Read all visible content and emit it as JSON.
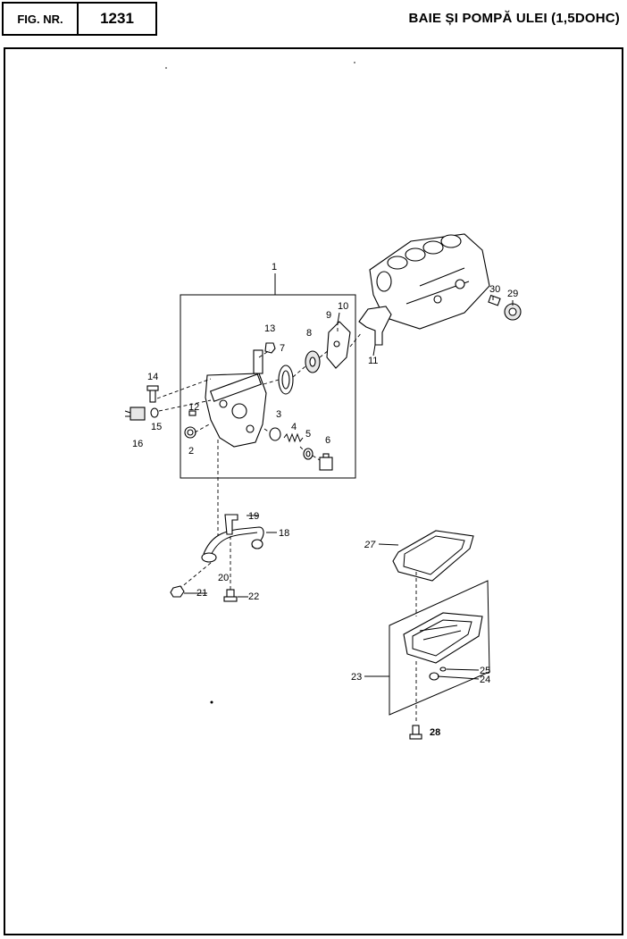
{
  "header": {
    "fig_label": "FIG. NR.",
    "fig_number": "1231",
    "title": "BAIE ȘI POMPĂ ULEI (1,5DOHC)"
  },
  "callouts": {
    "c1": "1",
    "c2": "2",
    "c3": "3",
    "c4": "4",
    "c5": "5",
    "c6": "6",
    "c7": "7",
    "c8": "8",
    "c9": "9",
    "c10": "10",
    "c11": "11",
    "c12": "12",
    "c13": "13",
    "c14": "14",
    "c15": "15",
    "c16": "16",
    "c18": "18",
    "c19": "19",
    "c20": "20",
    "c21": "21",
    "c22": "22",
    "c23": "23",
    "c24": "24",
    "c25": "25",
    "c27": "27",
    "c28": "28",
    "c29": "29",
    "c30": "30"
  }
}
